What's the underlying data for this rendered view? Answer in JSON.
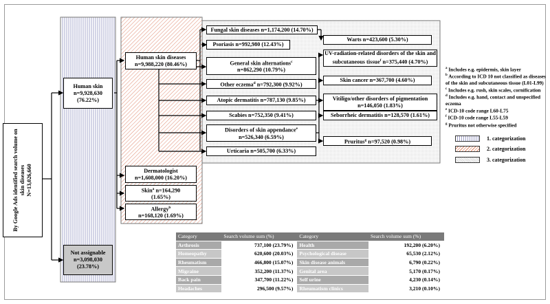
{
  "root": {
    "label": "By Google Ads identified search volume on skin diseases",
    "n": "N=13,026,660"
  },
  "human_skin": {
    "line1": "Human skin",
    "line2": "n=9,928,630",
    "line3": "(76.22%)"
  },
  "not_assignable": {
    "line1": "Not assignable",
    "line2": "n=3,098,030",
    "line3": "(23.78%)"
  },
  "human_skin_diseases": {
    "line1": "Human skin diseases",
    "line2": "n=9,988,220 (80.46%)"
  },
  "dermatologist": {
    "line1": "Dermatologist",
    "line2": "n=1,608,000 (16.20%)"
  },
  "skin": {
    "name": "Skin",
    "sup": "a",
    "n": " n=164,290",
    "pct": "(1.65%)"
  },
  "allergy": {
    "name": "Allergy",
    "sup": "b",
    "line2": "n=168,120 (1.69%)"
  },
  "diseases": [
    {
      "text": "Fungal skin diseases n=1,174,200 (14.70%)"
    },
    {
      "text": "Psoriasis n=992,980 (12.43%)"
    },
    {
      "name": "General skin alternations",
      "sup": "c",
      "line2": "n=862,290 (10.79%)"
    },
    {
      "name": "Other eczema",
      "sup": "d",
      "rest": " n=792,300 (9.92%)"
    },
    {
      "text": "Atopic dermatitis n=787,130 (9.85%)"
    },
    {
      "text": "Scabies n=752,350 (9.41%)"
    },
    {
      "name": "Disorders of skin appendance",
      "sup": "e",
      "line2": "n=526,340 (6.59%)"
    },
    {
      "text": "Urticaria n=505,700 (6.33%)"
    }
  ],
  "subdiseases": [
    {
      "text": "Warts n=423,600 (5.30%)"
    },
    {
      "line1": "UV-radiation-related disorders of the skin and",
      "line2a": "subcutaneous tissue",
      "sup": "f",
      "line2b": " n=375,440 (4.70%)"
    },
    {
      "text": "Skin cancer n=367,700 (4.60%)"
    },
    {
      "line1": "Vitiligo/other disorders of pigmentation",
      "line2": "n=146,050 (1.83%)"
    },
    {
      "text": "Seborrheic dermatitis n=128,570 (1.61%)"
    },
    {
      "name": "Pruritus",
      "sup": "g",
      "rest": " n=97,520 (0.98%)"
    }
  ],
  "footnotes": [
    {
      "sup": "a",
      "text": " Includes e.g. epidermis, skin layer"
    },
    {
      "sup": "b",
      "text": " According to ICD 10 not classified as diseases of the skin and subcutaneous tissue (L01-L99)"
    },
    {
      "sup": "c",
      "text": " Includes e.g. rush, skin scales, cornification"
    },
    {
      "sup": "d",
      "text": " Includes e.g. hand, contact and unspecified eczema"
    },
    {
      "sup": "e",
      "text": " ICD-10 code range L60-L75"
    },
    {
      "sup": "f",
      "text": " ICD-10 code range L55-L59"
    },
    {
      "sup": "g",
      "text": " Pruritus not otherwise specified"
    }
  ],
  "legend": [
    {
      "label": "1. categorization"
    },
    {
      "label": "2. categorization"
    },
    {
      "label": "3. categorization"
    }
  ],
  "table": {
    "headers": [
      "Category",
      "Search volume sum (%)",
      "Category",
      "Search volume sum (%)"
    ],
    "rows": [
      [
        "Arthrosis",
        "737,100 (23.79%)",
        "Health",
        "192,200 (6.20%)"
      ],
      [
        "Homeopathy",
        "620,600 (20.03%)",
        "Psychological disease",
        "65,530 (2.12%)"
      ],
      [
        "Rheumatism",
        "466,800 (15.07%)",
        "Skin disease animals",
        "6,790 (0.22%)"
      ],
      [
        "Migraine",
        "352,200 (11.37%)",
        "Genital area",
        "5,170 (0.17%)"
      ],
      [
        "Back pain",
        "347,700 (11.22%)",
        "Self urine",
        "4,230 (0.14%)"
      ],
      [
        "Headaches",
        "296,500 (9.57%)",
        "Rheumatism clinics",
        "3,210 (0.10%)"
      ]
    ]
  }
}
